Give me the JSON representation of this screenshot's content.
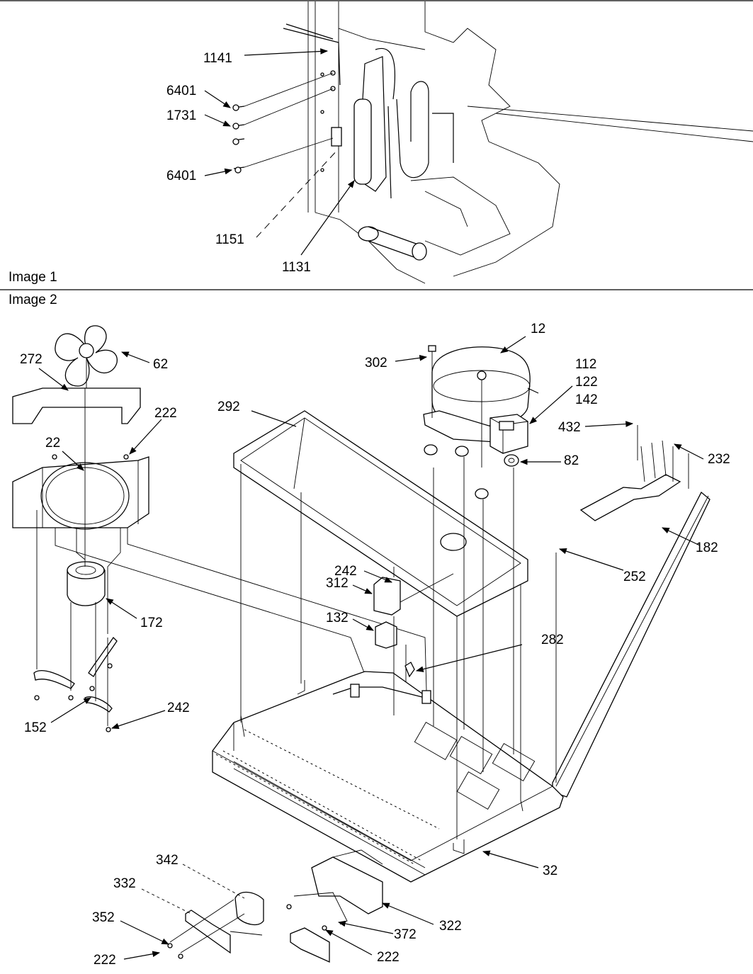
{
  "captions": {
    "image1": "Image 1",
    "image2": "Image 2"
  },
  "image1_labels": {
    "l1141": "1141",
    "l6401a": "6401",
    "l1731": "1731",
    "l6401b": "6401",
    "l1151": "1151",
    "l1131": "1131"
  },
  "image2_labels": {
    "l272": "272",
    "l62": "62",
    "l222a": "222",
    "l22": "22",
    "l172": "172",
    "l152": "152",
    "l242a": "242",
    "l292": "292",
    "l302": "302",
    "l12": "12",
    "l112": "112",
    "l122": "122",
    "l142": "142",
    "l432": "432",
    "l232": "232",
    "l82": "82",
    "l182": "182",
    "l252": "252",
    "l242b": "242",
    "l312": "312",
    "l132": "132",
    "l282": "282",
    "l32": "32",
    "l342": "342",
    "l332": "332",
    "l352": "352",
    "l222b": "222",
    "l322": "322",
    "l372": "372",
    "l222c": "222"
  }
}
